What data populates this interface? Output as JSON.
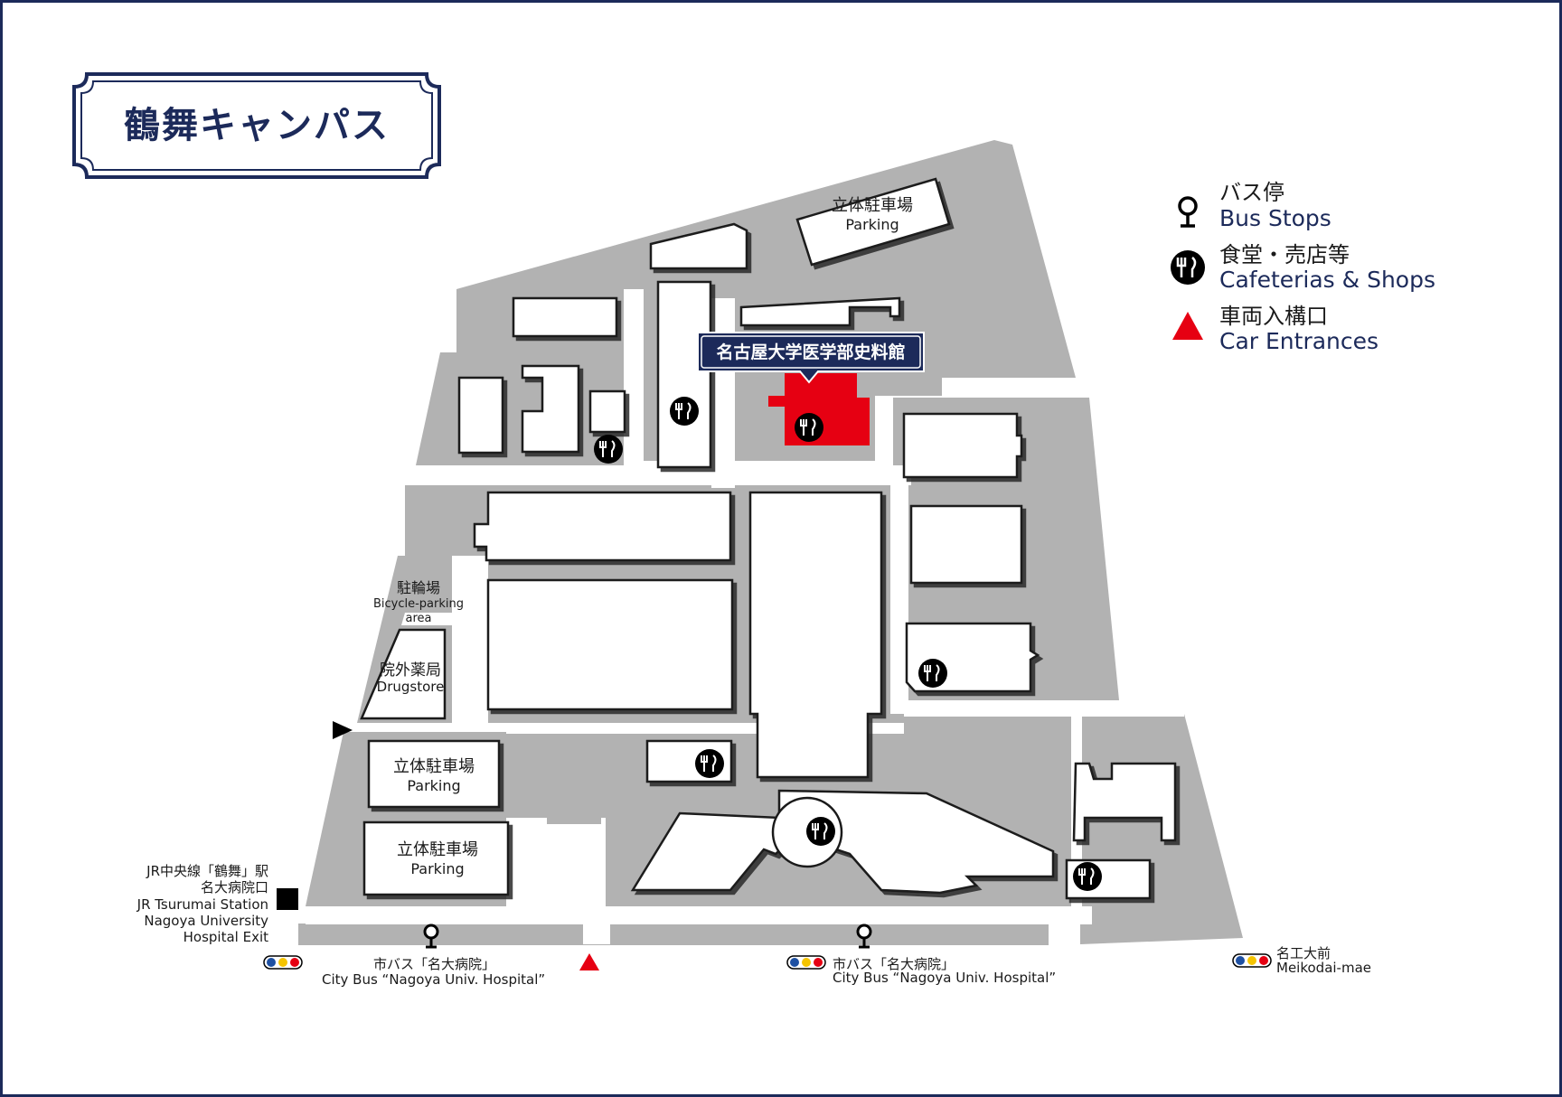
{
  "title": "鶴舞キャンパス",
  "highlight": {
    "label": "名古屋大学医学部史料館",
    "color": "#e60012"
  },
  "legend": [
    {
      "icon": "bus-stop-icon",
      "ja": "バス停",
      "en": "Bus Stops"
    },
    {
      "icon": "cafeteria-icon",
      "ja": "食堂・売店等",
      "en": "Cafeterias & Shops"
    },
    {
      "icon": "car-entrance-icon",
      "ja": "車両入構口",
      "en": "Car Entrances",
      "color": "#e60012"
    }
  ],
  "labels": {
    "parking_top": {
      "ja": "立体駐車場",
      "en": "Parking"
    },
    "parking_left1": {
      "ja": "立体駐車場",
      "en": "Parking"
    },
    "parking_left2": {
      "ja": "立体駐車場",
      "en": "Parking"
    },
    "bicycle": {
      "ja": "駐輪場",
      "en1": "Bicycle-parking",
      "en2": "area"
    },
    "drugstore": {
      "ja": "院外薬局",
      "en": "Drugstore"
    },
    "jr_station": {
      "ja1": "JR中央線「鶴舞」駅",
      "ja2": "名大病院口",
      "en1": "JR Tsurumai Station",
      "en2": "Nagoya University",
      "en3": "Hospital Exit"
    },
    "bus_stop_1": {
      "ja": "市バス「名大病院」",
      "en": "City Bus “Nagoya Univ. Hospital”"
    },
    "bus_stop_2": {
      "ja": "市バス「名大病院」",
      "en": "City Bus “Nagoya Univ. Hospital”"
    },
    "meikodai": {
      "ja": "名工大前",
      "en": "Meikodai-mae"
    }
  },
  "colors": {
    "navy": "#1c2a5a",
    "grey_ground": "#b2b2b2",
    "red": "#e60012",
    "bus_dots": [
      "#1e50a2",
      "#f5c400",
      "#e60012"
    ]
  }
}
